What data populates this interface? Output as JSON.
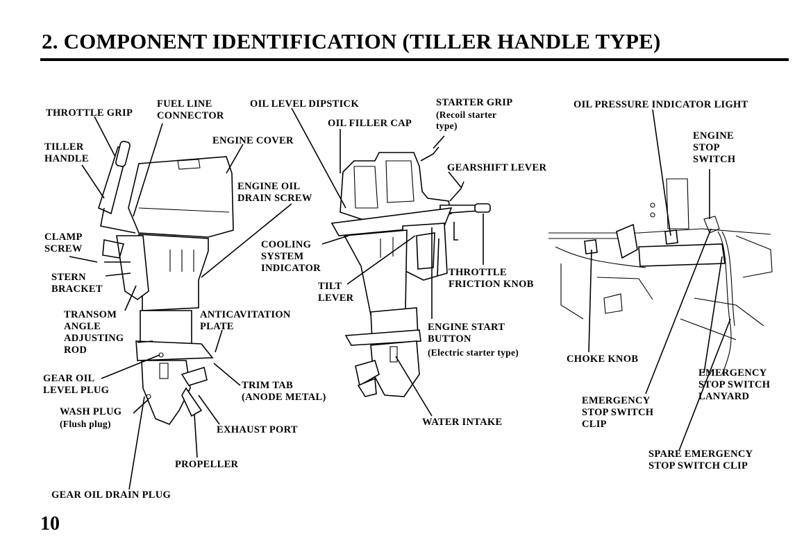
{
  "title": "2. COMPONENT IDENTIFICATION (TILLER HANDLE TYPE)",
  "page_number": "10",
  "labels": {
    "throttle_grip": "THROTTLE GRIP",
    "fuel_line_connector": "FUEL LINE\nCONNECTOR",
    "oil_level_dipstick": "OIL LEVEL DIPSTICK",
    "starter_grip": "STARTER GRIP",
    "starter_grip_note": "(Recoil starter\ntype)",
    "oil_filler_cap": "OIL FILLER CAP",
    "oil_pressure_indicator_light": "OIL PRESSURE INDICATOR LIGHT",
    "tiller_handle": "TILLER\nHANDLE",
    "engine_cover": "ENGINE COVER",
    "gearshift_lever": "GEARSHIFT LEVER",
    "engine_stop_switch": "ENGINE\nSTOP\nSWITCH",
    "engine_oil_drain_screw": "ENGINE OIL\nDRAIN SCREW",
    "clamp_screw": "CLAMP\nSCREW",
    "cooling_system_indicator": "COOLING\nSYSTEM\nINDICATOR",
    "stern_bracket": "STERN\nBRACKET",
    "throttle_friction_knob": "THROTTLE\nFRICTION KNOB",
    "tilt_lever": "TILT\nLEVER",
    "transom_angle_adjusting_rod": "TRANSOM\nANGLE\nADJUSTING\nROD",
    "anticavitation_plate": "ANTICAVITATION\nPLATE",
    "engine_start_button": "ENGINE START\nBUTTON",
    "engine_start_button_note": "(Electric starter type)",
    "choke_knob": "CHOKE KNOB",
    "gear_oil_level_plug": "GEAR OIL\nLEVEL PLUG",
    "trim_tab": "TRIM TAB\n(ANODE METAL)",
    "emergency_stop_switch_lanyard": "EMERGENCY\nSTOP SWITCH\nLANYARD",
    "wash_plug": "WASH PLUG",
    "wash_plug_note": "(Flush plug)",
    "exhaust_port": "EXHAUST PORT",
    "water_intake": "WATER INTAKE",
    "emergency_stop_switch_clip": "EMERGENCY\nSTOP SWITCH\nCLIP",
    "propeller": "PROPELLER",
    "spare_emergency_stop_switch_clip": "SPARE EMERGENCY\nSTOP SWITCH CLIP",
    "gear_oil_drain_plug": "GEAR OIL DRAIN PLUG"
  }
}
